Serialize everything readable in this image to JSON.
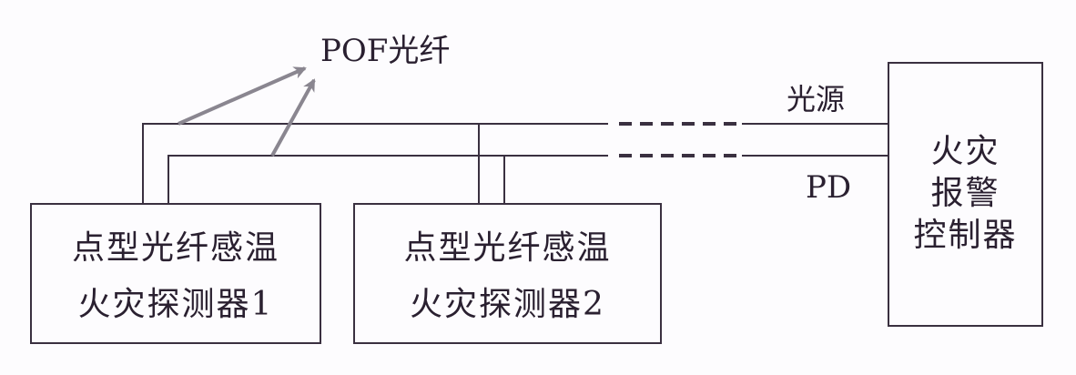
{
  "labels": {
    "pof": "POF光纤",
    "light_source": "光源",
    "pd": "PD"
  },
  "detector1": {
    "line1": "点型光纤感温",
    "line2": "火灾探测器1"
  },
  "detector2": {
    "line1": "点型光纤感温",
    "line2": "火灾探测器2"
  },
  "controller": {
    "line1": "火灾",
    "line2": "报警",
    "line3": "控制器"
  },
  "colors": {
    "line": "#3a3040",
    "arrow": "#8a8690",
    "background": "#fdfcfe"
  }
}
